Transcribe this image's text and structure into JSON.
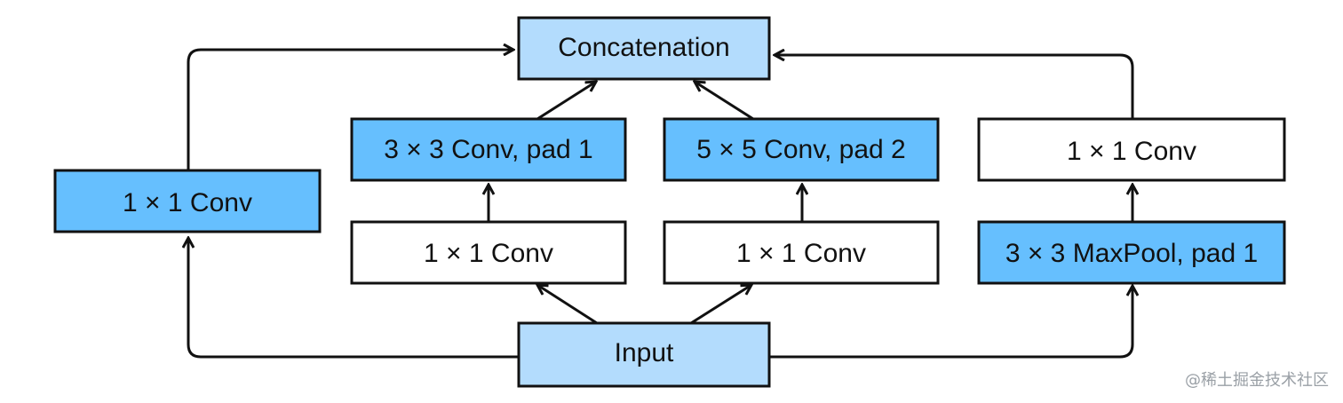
{
  "colors": {
    "light_blue": "#b3dcfd",
    "mid_blue": "#66bffe",
    "white": "#ffffff",
    "stroke": "#111111"
  },
  "nodes": {
    "concatenation": {
      "label": "Concatenation",
      "fill": "light_blue"
    },
    "input": {
      "label": "Input",
      "fill": "light_blue"
    },
    "branch1_conv1x1": {
      "label": "1 × 1 Conv",
      "fill": "mid_blue"
    },
    "branch2_conv1x1": {
      "label": "1 × 1 Conv",
      "fill": "white"
    },
    "branch2_conv3x3": {
      "label": "3 × 3 Conv, pad 1",
      "fill": "mid_blue"
    },
    "branch3_conv1x1": {
      "label": "1 × 1 Conv",
      "fill": "white"
    },
    "branch3_conv5x5": {
      "label": "5 × 5 Conv, pad 2",
      "fill": "mid_blue"
    },
    "branch4_maxpool": {
      "label": "3 × 3 MaxPool, pad 1",
      "fill": "mid_blue"
    },
    "branch4_conv1x1": {
      "label": "1 × 1 Conv",
      "fill": "white"
    }
  },
  "watermark": "@稀土掘金技术社区"
}
